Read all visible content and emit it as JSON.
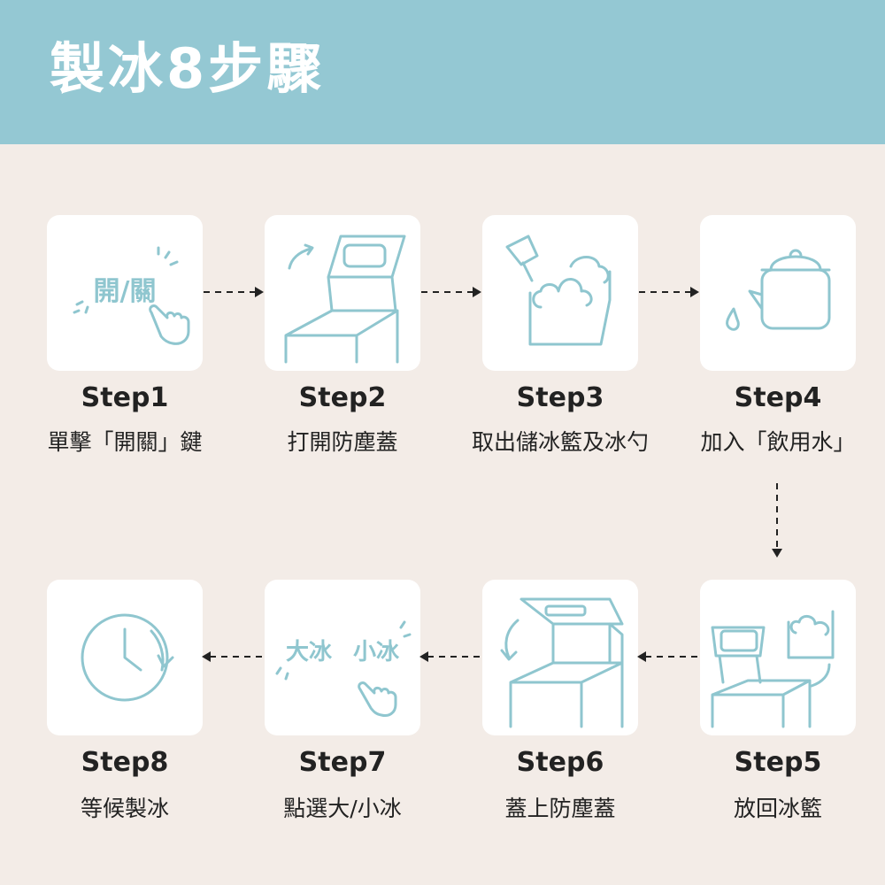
{
  "title": "製冰8步驟",
  "colors": {
    "header": "#94c8d3",
    "background": "#f3ece7",
    "icon": "#8fc6cf"
  },
  "steps": [
    {
      "step": "Step1",
      "desc": "單擊「開關」鍵",
      "icon_text": "開/關",
      "icon": "hand-press-icon"
    },
    {
      "step": "Step2",
      "desc": "打開防塵蓋",
      "icon": "open-lid-icon"
    },
    {
      "step": "Step3",
      "desc": "取出儲冰籃及冰勺",
      "icon": "ice-basket-scoop-icon"
    },
    {
      "step": "Step4",
      "desc": "加入「飲用水」",
      "icon": "kettle-icon"
    },
    {
      "step": "Step5",
      "desc": "放回冰籃",
      "icon": "return-basket-icon"
    },
    {
      "step": "Step6",
      "desc": "蓋上防塵蓋",
      "icon": "close-lid-icon"
    },
    {
      "step": "Step7",
      "desc": "點選大/小冰",
      "icon_text_large": "大冰",
      "icon_text_small": "小冰",
      "icon": "hand-press-icon"
    },
    {
      "step": "Step8",
      "desc": "等候製冰",
      "icon": "clock-icon"
    }
  ]
}
